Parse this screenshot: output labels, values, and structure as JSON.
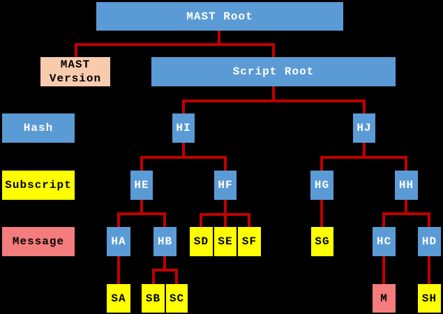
{
  "colors": {
    "hash_fill": "#5B9BD5",
    "subscript_fill": "#FFFF00",
    "message_fill": "#F47C7C",
    "version_fill": "#F8CBAD",
    "connector": "#C00000",
    "background": "#000000"
  },
  "legend": {
    "hash": "Hash",
    "subscript": "Subscript",
    "message": "Message"
  },
  "nodes": {
    "mast_root": "MAST Root",
    "mast_version": "MAST Version",
    "script_root": "Script Root",
    "hi": "HI",
    "hj": "HJ",
    "he": "HE",
    "hf": "HF",
    "hg": "HG",
    "hh": "HH",
    "ha": "HA",
    "hb": "HB",
    "hc": "HC",
    "hd": "HD",
    "sa": "SA",
    "sb": "SB",
    "sc": "SC",
    "sd": "SD",
    "se": "SE",
    "sf": "SF",
    "sg": "SG",
    "sh": "SH",
    "m": "M"
  },
  "edges": [
    [
      "MAST Root",
      "MAST Version"
    ],
    [
      "MAST Root",
      "Script Root"
    ],
    [
      "Script Root",
      "HI"
    ],
    [
      "Script Root",
      "HJ"
    ],
    [
      "HI",
      "HE"
    ],
    [
      "HI",
      "HF"
    ],
    [
      "HJ",
      "HG"
    ],
    [
      "HJ",
      "HH"
    ],
    [
      "HE",
      "HA"
    ],
    [
      "HE",
      "HB"
    ],
    [
      "HF",
      "SD"
    ],
    [
      "HF",
      "SE"
    ],
    [
      "HF",
      "SF"
    ],
    [
      "HG",
      "SG"
    ],
    [
      "HH",
      "HC"
    ],
    [
      "HH",
      "HD"
    ],
    [
      "HA",
      "SA"
    ],
    [
      "HB",
      "SB"
    ],
    [
      "HB",
      "SC"
    ],
    [
      "HC",
      "M"
    ],
    [
      "HD",
      "SH"
    ]
  ]
}
